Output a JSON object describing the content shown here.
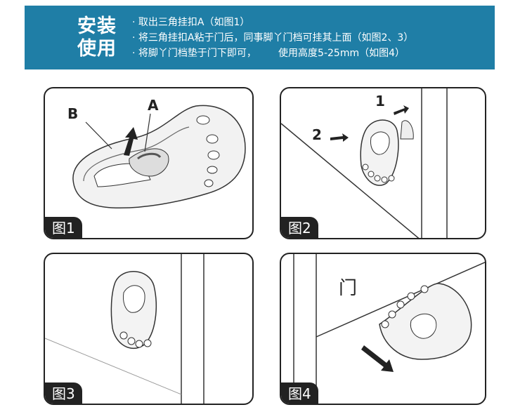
{
  "banner": {
    "title": "安装\n使用",
    "title_line1": "安装",
    "title_line2": "使用",
    "bg_color": "#1f7ea6",
    "lines": [
      "· 取出三角挂扣A（如图1）",
      "· 将三角挂扣A粘于门后，同事脚丫门档可挂其上面（如图2、3）",
      "· 将脚丫门档垫于门下即可，       使用高度5-25mm（如图4）"
    ]
  },
  "figures": {
    "fig1": {
      "label": "图1",
      "callout_a": "A",
      "callout_b": "B"
    },
    "fig2": {
      "label": "图2",
      "step1": "1",
      "step2": "2"
    },
    "fig3": {
      "label": "图3"
    },
    "fig4": {
      "label": "图4",
      "door_text": "门"
    }
  }
}
